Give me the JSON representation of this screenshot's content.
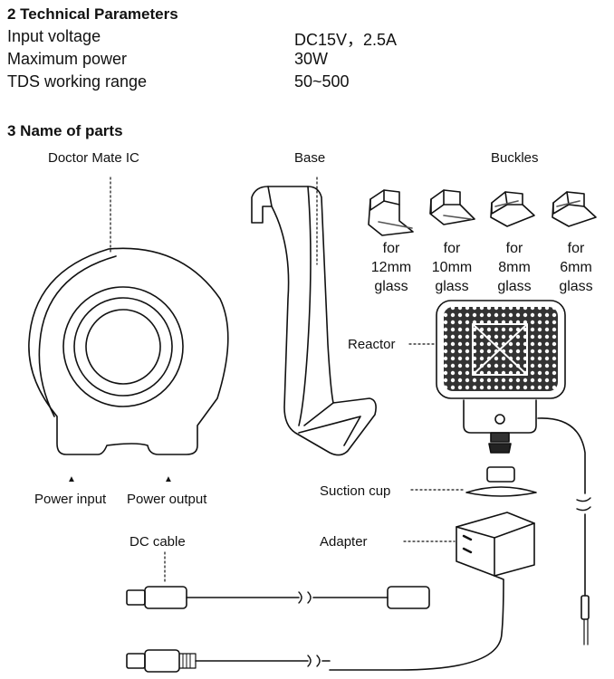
{
  "technical": {
    "title": "2 Technical Parameters",
    "params": [
      {
        "name": "Input voltage",
        "value": "DC15V，2.5A"
      },
      {
        "name": "Maximum power",
        "value": "30W"
      },
      {
        "name": "TDS working range",
        "value": "50~500"
      }
    ]
  },
  "parts": {
    "title": "3 Name of parts",
    "doctor_mate": "Doctor Mate IC",
    "base": "Base",
    "buckles": "Buckles",
    "buckle_options": [
      {
        "line1": "for",
        "line2": "12mm",
        "line3": "glass"
      },
      {
        "line1": "for",
        "line2": "10mm",
        "line3": "glass"
      },
      {
        "line1": "for",
        "line2": "8mm",
        "line3": "glass"
      },
      {
        "line1": "for",
        "line2": "6mm",
        "line3": "glass"
      }
    ],
    "reactor": "Reactor",
    "power_input": "Power input",
    "power_output": "Power output",
    "suction_cup": "Suction cup",
    "dc_cable": "DC cable",
    "adapter": "Adapter",
    "marker": "▲"
  }
}
